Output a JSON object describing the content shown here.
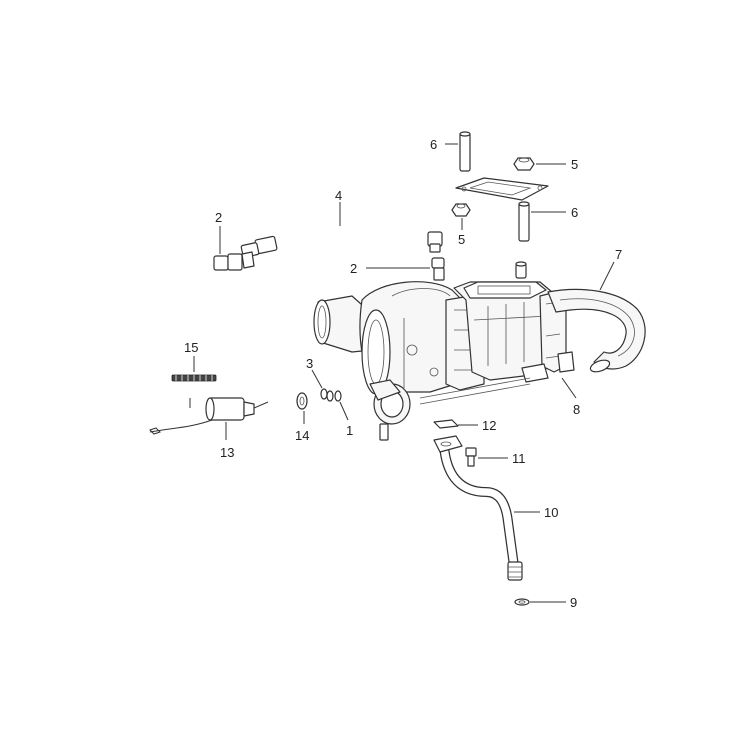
{
  "callouts": {
    "c1": "1",
    "c2a": "2",
    "c2b": "2",
    "c3": "3",
    "c4": "4",
    "c5a": "5",
    "c5b": "5",
    "c6a": "6",
    "c6b": "6",
    "c7": "7",
    "c8": "8",
    "c9": "9",
    "c10": "10",
    "c11": "11",
    "c12": "12",
    "c13": "13",
    "c14": "14",
    "c15": "15"
  },
  "colors": {
    "line": "#333333",
    "background": "#ffffff"
  }
}
